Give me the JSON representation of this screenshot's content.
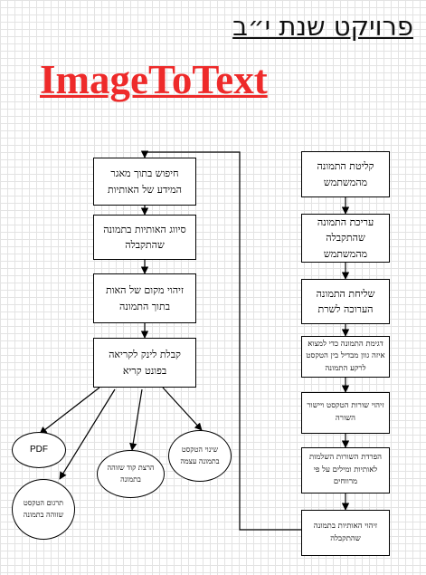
{
  "header": {
    "title": "פרויקט שנת י״ב",
    "brand": "ImageToText"
  },
  "flow_right": [
    "קליטת התמונה מהמשתמש",
    "עריכת התמונה שהתקבלה מהמשתמש",
    "שליחת התמונה הערוכה לשרת",
    "דגימת התמונה כדי למצוא איזה גוון מבדיל בין הטקסט לרקע התמונה",
    "זיהוי שורות הטקסט ויישור השורה",
    "הפרדת השורות השלמות לאותיות ומילים על פי מרווחים",
    "זיהוי האותיות בתמונה שהתקבלה"
  ],
  "flow_left": [
    "חיפוש בתוך מאגר המידע של האותיות",
    "סיווג האותיות בתמונה שהתקבלה",
    "זיהוי מקום של האות בתוך התמונה",
    "קבלת לינק לקריאה בפונט קריא"
  ],
  "outputs": {
    "pdf": "PDF",
    "translate": "תרגום הטקסט שזוהה בתמונה",
    "qr": "הרצת קוד שזוהה בתמונה",
    "edit": "שינוי הטקסט בתמונה עצמה"
  }
}
